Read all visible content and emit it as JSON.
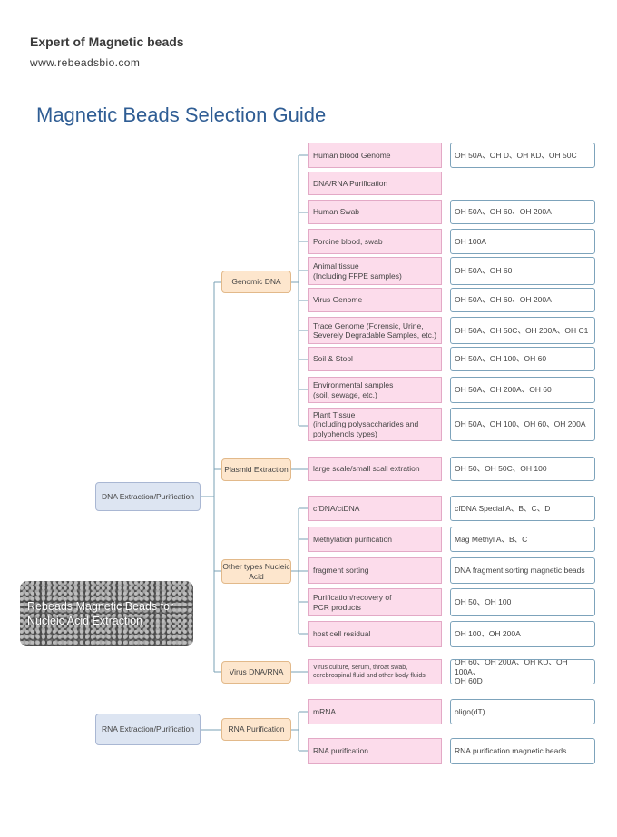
{
  "header": {
    "brand": "Expert of Magnetic beads",
    "website": "www.rebeadsbio.com",
    "title": "Magnetic Beads Selection Guide"
  },
  "hero": {
    "text": "Rebeads Magnetic Beads for Nucleic Acid Extraction"
  },
  "level1": {
    "dna": "DNA Extraction/Purification",
    "rna": "RNA Extraction/Purification"
  },
  "level2": {
    "genomic": "Genomic DNA",
    "plasmid": "Plasmid Extraction",
    "other": "Other types Nucleic Acid",
    "virus": "Virus DNA/RNA",
    "rna_purification": "RNA Purification"
  },
  "samples": [
    {
      "label": "Human blood Genome",
      "product": "OH 50A、OH D、OH KD、OH 50C"
    },
    {
      "label": "DNA/RNA Purification",
      "product": ""
    },
    {
      "label": "Human Swab",
      "product": "OH 50A、OH 60、OH 200A"
    },
    {
      "label": "Porcine blood, swab",
      "product": "OH 100A"
    },
    {
      "label": "Animal tissue\n(Including FFPE samples)",
      "product": "OH 50A、OH 60"
    },
    {
      "label": "Virus Genome",
      "product": "OH 50A、OH 60、OH 200A"
    },
    {
      "label": "Trace Genome (Forensic, Urine,\nSeverely Degradable Samples, etc.)",
      "product": "OH 50A、OH 50C、OH 200A、OH C1"
    },
    {
      "label": "Soil & Stool",
      "product": "OH 50A、OH 100、OH 60"
    },
    {
      "label": "Environmental samples\n(soil, sewage, etc.)",
      "product": "OH 50A、OH 200A、OH 60"
    },
    {
      "label": "Plant Tissue\n(including polysaccharides and\npolyphenols types)",
      "product": "OH 50A、OH 100、OH 60、OH 200A"
    },
    {
      "label": "large scale/small scall extration",
      "product": "OH 50、OH 50C、OH 100"
    },
    {
      "label": "cfDNA/ctDNA",
      "product": "cfDNA Special A、B、C、D"
    },
    {
      "label": "Methylation purification",
      "product": "Mag Methyl A、B、C"
    },
    {
      "label": "fragment sorting",
      "product": "DNA fragment sorting magnetic beads"
    },
    {
      "label": "Purification/recovery of\nPCR products",
      "product": "OH 50、OH 100"
    },
    {
      "label": "host cell residual",
      "product": "OH 100、OH 200A"
    },
    {
      "label": "Virus culture, serum, throat swab,\ncerebrospinal fluid and other body fluids",
      "product": "OH 60、OH 200A、OH KD、OH 100A、\nOH 60D"
    },
    {
      "label": "mRNA",
      "product": "oligo(dT)"
    },
    {
      "label": "RNA purification",
      "product": "RNA purification magnetic beads"
    }
  ]
}
